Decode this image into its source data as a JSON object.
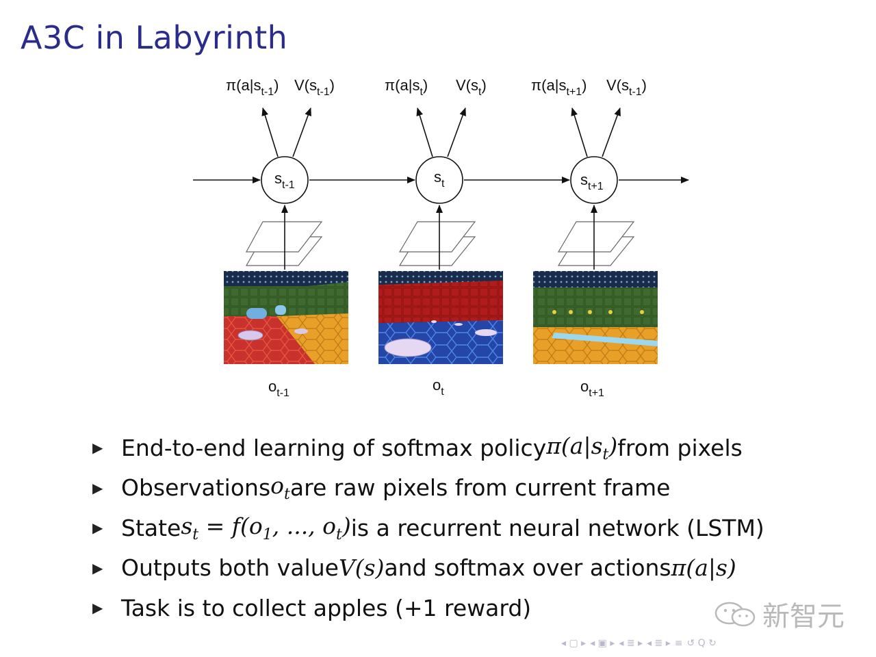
{
  "title": "A3C in Labyrinth",
  "diagram": {
    "outputs": {
      "prev": {
        "pi": "π(a|s",
        "pi_sub": "t-1",
        "v": "V(s",
        "v_sub": "t-1"
      },
      "cur": {
        "pi": "π(a|s",
        "pi_sub": "t",
        "v": "V(s",
        "v_sub": "t"
      },
      "next": {
        "pi": "π(a|s",
        "pi_sub": "t+1",
        "v": "V(s",
        "v_sub": "t-1"
      },
      "close": ")"
    },
    "states": {
      "prev": {
        "base": "s",
        "sub": "t-1"
      },
      "cur": {
        "base": "s",
        "sub": "t"
      },
      "next": {
        "base": "s",
        "sub": "t+1"
      }
    },
    "observations": {
      "prev": {
        "base": "o",
        "sub": "t-1"
      },
      "cur": {
        "base": "o",
        "sub": "t"
      },
      "next": {
        "base": "o",
        "sub": "t+1"
      }
    }
  },
  "bullets": {
    "b1": {
      "pre": "End-to-end learning of softmax policy ",
      "math": "π(a|s",
      "sub": "t",
      "close": ")",
      "post": " from pixels"
    },
    "b2": {
      "pre": "Observations ",
      "math": "o",
      "sub": "t",
      "post": " are raw pixels from current frame"
    },
    "b3": {
      "pre": "State ",
      "math1": "s",
      "sub1": "t",
      "mid": " = f(o",
      "sub2": "1",
      "mid2": ", ..., o",
      "sub3": "t",
      "close": ")",
      "post": " is a recurrent neural network (LSTM)"
    },
    "b4": {
      "pre": "Outputs both value ",
      "math1": "V(s)",
      "mid": " and softmax over actions ",
      "math2": "π(a|s)"
    },
    "b5": {
      "pre": "Task is to collect apples (+1 reward)"
    }
  },
  "watermark": {
    "text": "新智元"
  },
  "colors": {
    "title": "#2b2b8c",
    "wall_green": "#3f6a2f",
    "wall_red": "#b01c1c",
    "floor_red": "#c8312c",
    "floor_orange": "#e8a028",
    "floor_blue": "#2346a8",
    "ceiling": "#1b2b4a"
  }
}
